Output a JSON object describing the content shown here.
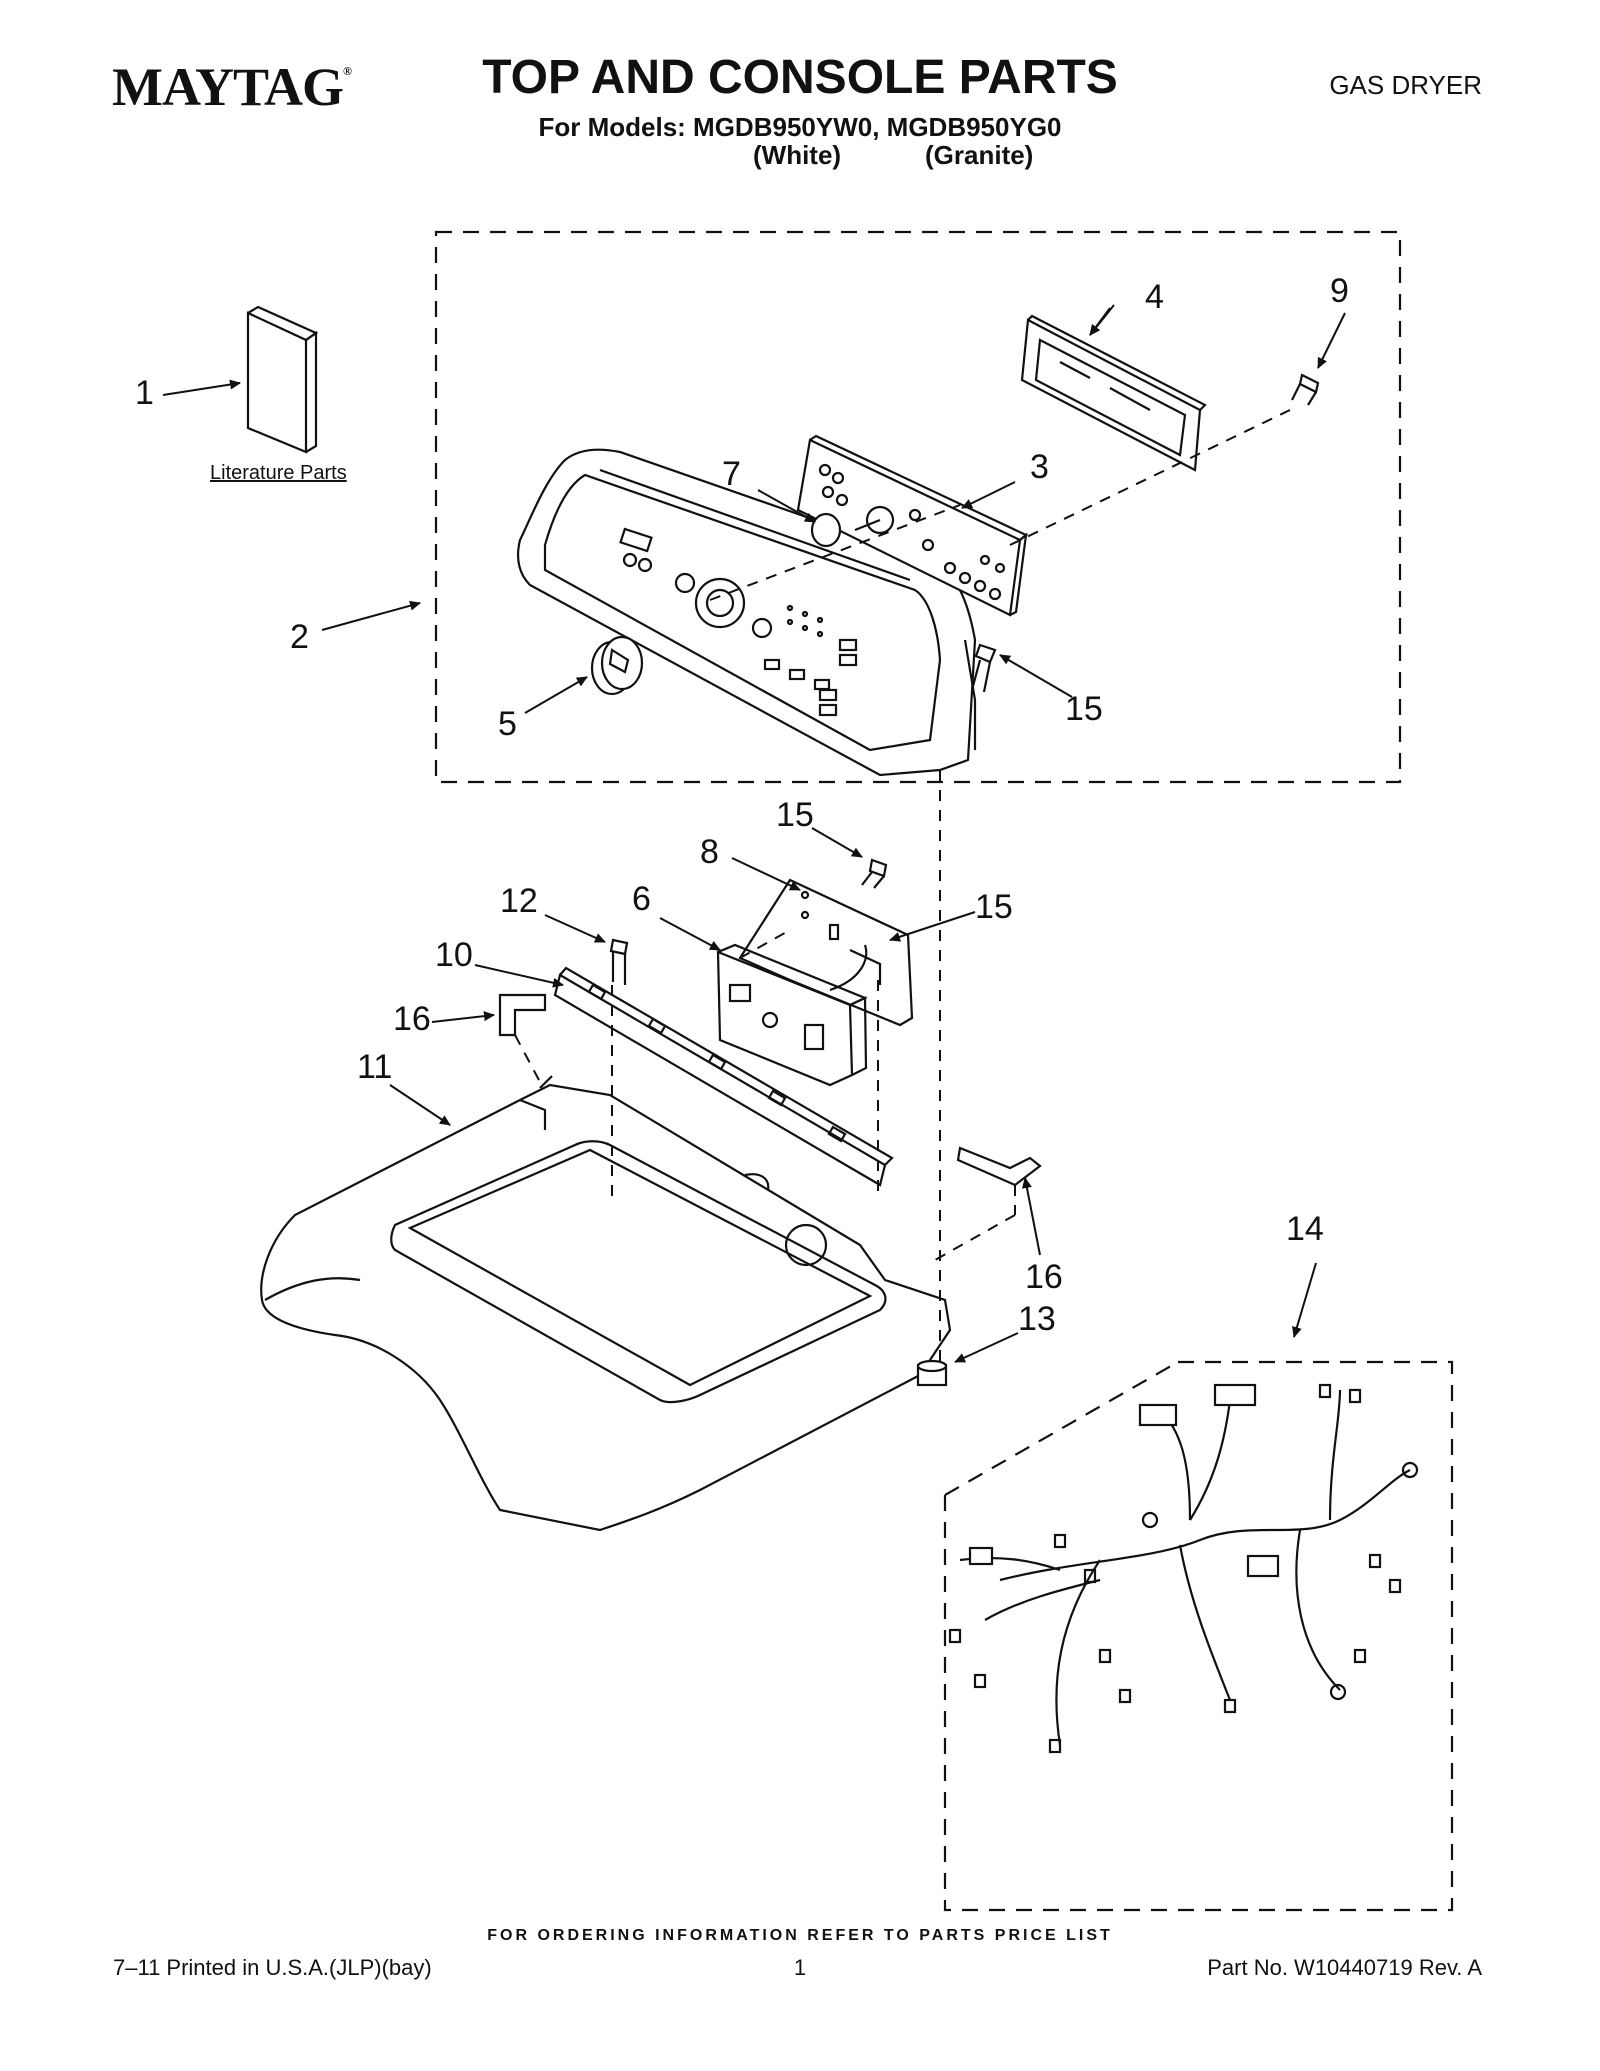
{
  "header": {
    "brand": "MAYTAG",
    "brand_mark": "®",
    "title": "TOP AND CONSOLE PARTS",
    "models_line": "For Models: MGDB950YW0, MGDB950YG0",
    "variant_white": "(White)",
    "variant_granite": "(Granite)",
    "product_type": "GAS DRYER"
  },
  "literature_label": "Literature Parts",
  "callouts": [
    "1",
    "2",
    "3",
    "4",
    "5",
    "6",
    "7",
    "8",
    "9",
    "10",
    "11",
    "12",
    "13",
    "14",
    "15",
    "15",
    "15",
    "16",
    "16"
  ],
  "footer": {
    "ordering_note": "FOR ORDERING INFORMATION REFER TO PARTS PRICE LIST",
    "print_info": "7–11 Printed in U.S.A.(JLP)(bay)",
    "page_number": "1",
    "part_number": "Part No. W10440719 Rev. A"
  }
}
